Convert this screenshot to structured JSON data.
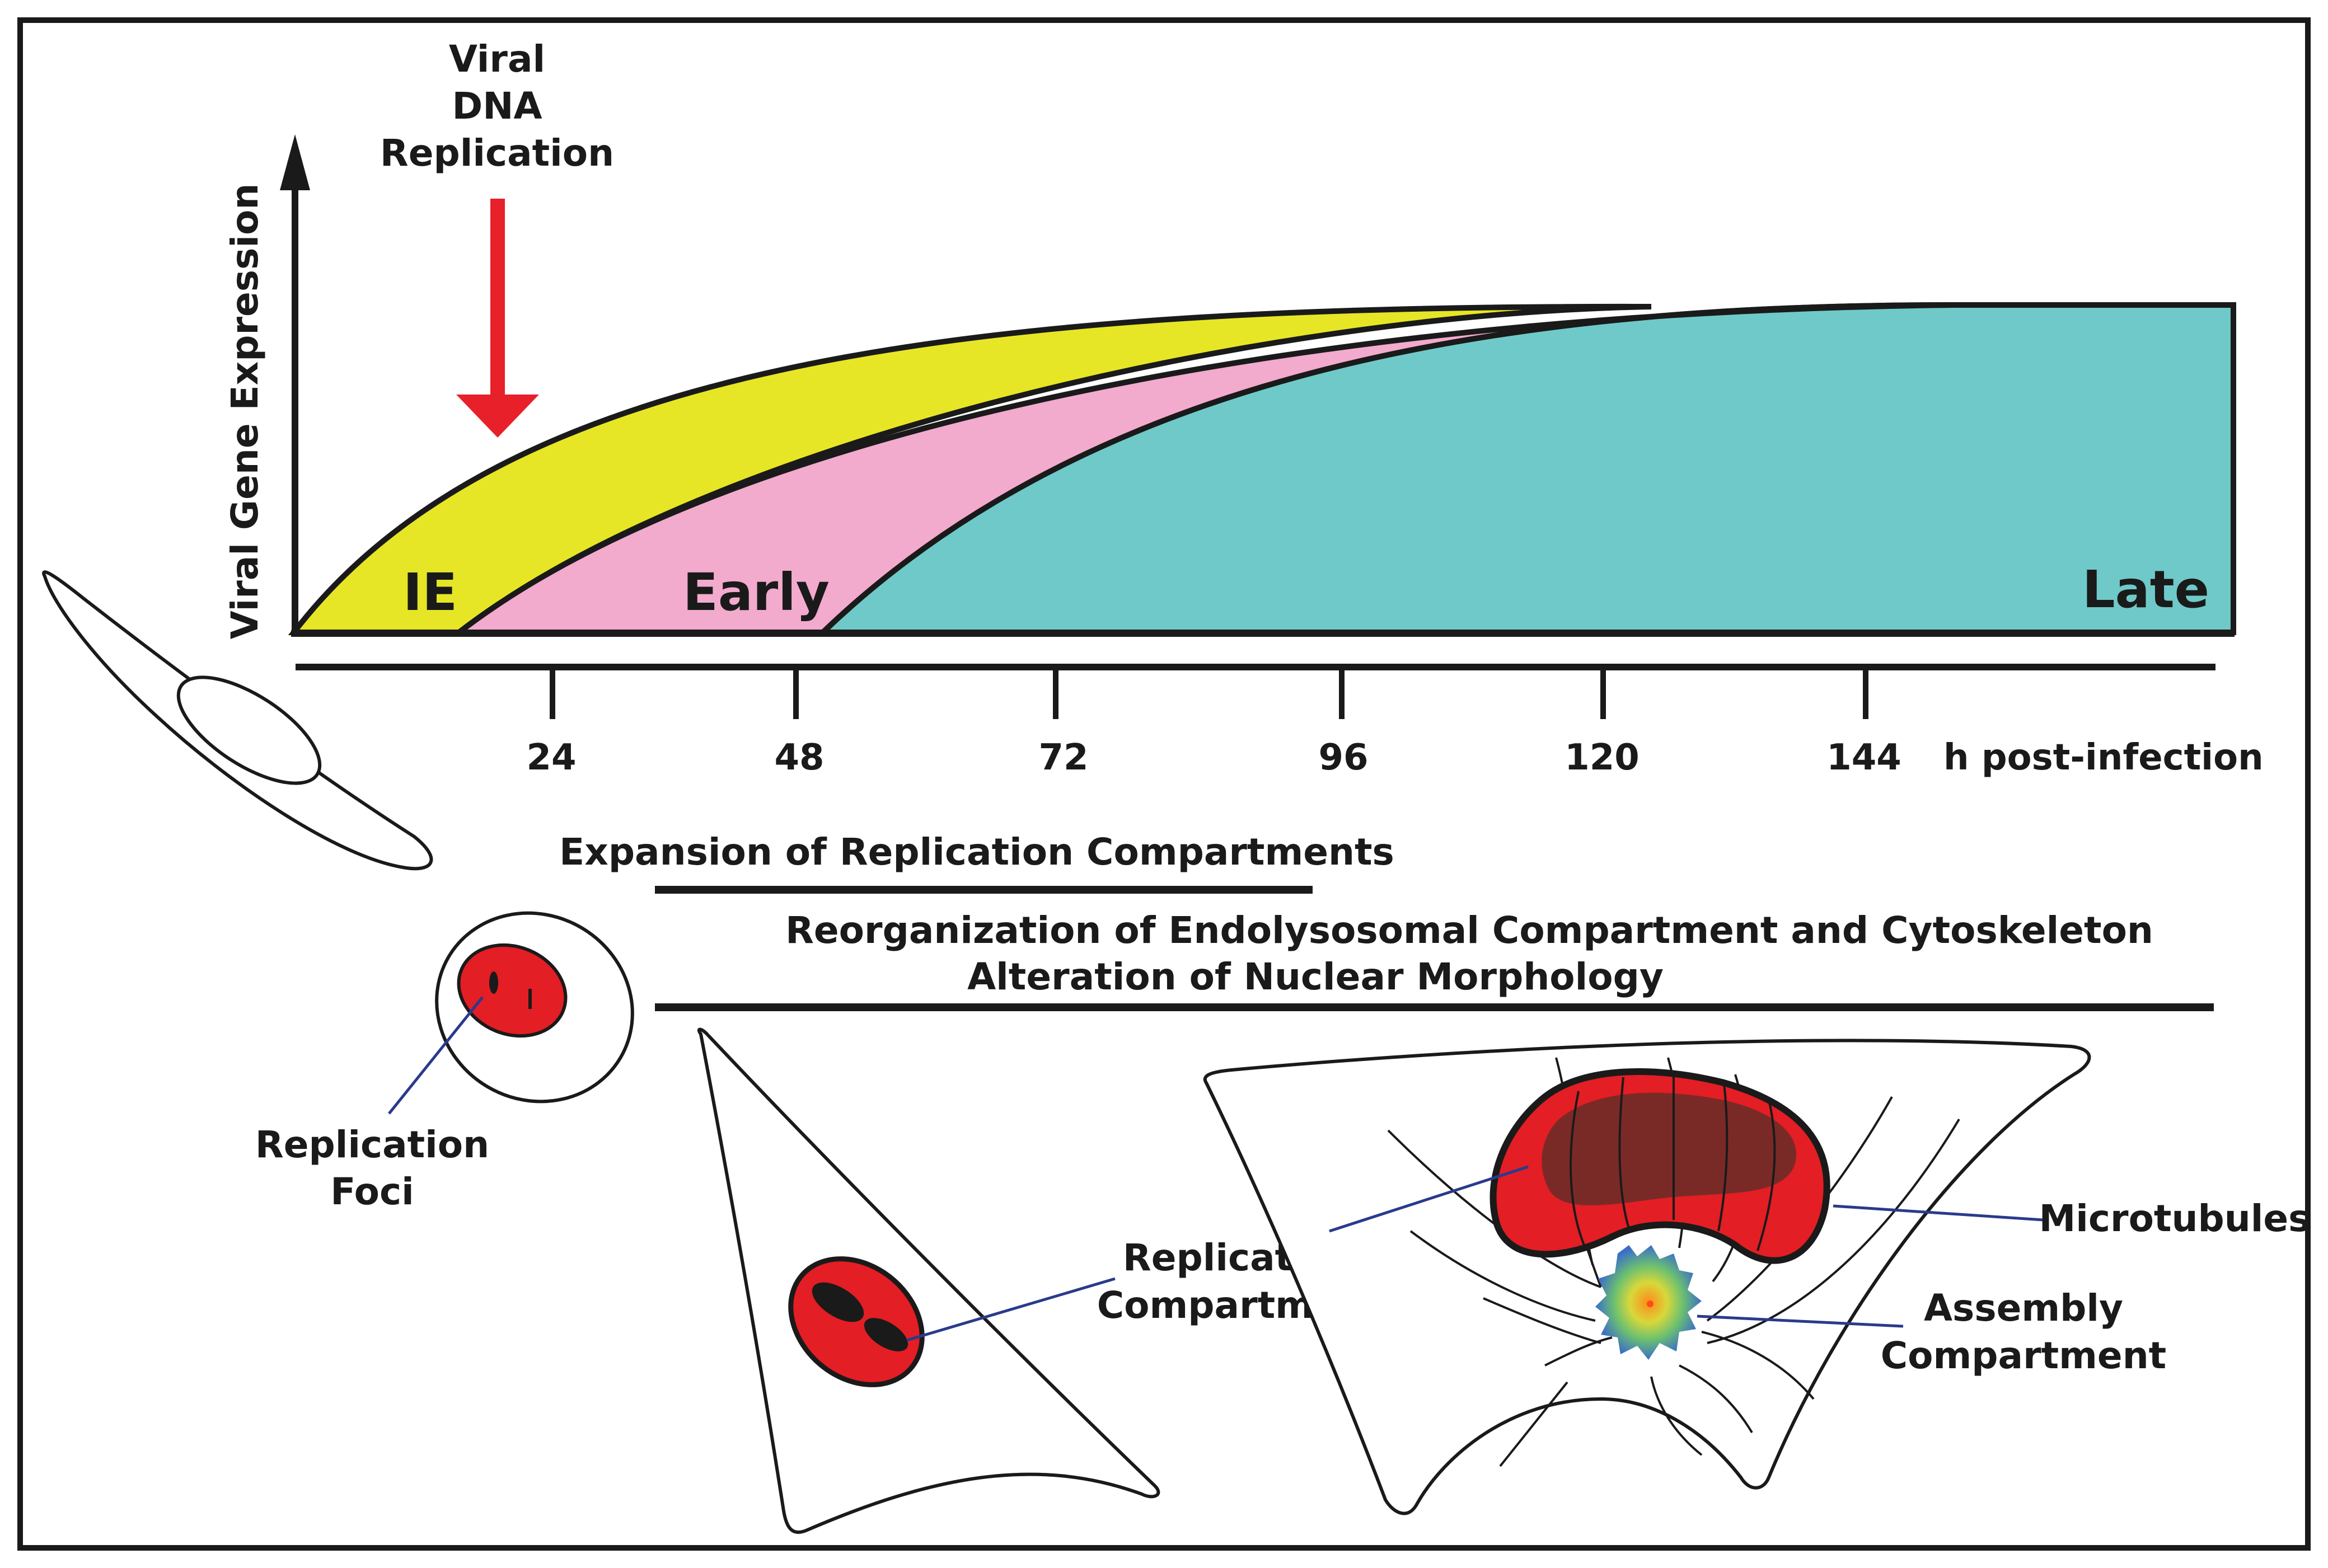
{
  "arrow_label": [
    "Viral",
    "DNA",
    "Replication"
  ],
  "y_axis_label": "Viral Gene Expression",
  "stages": {
    "ie": "IE",
    "early": "Early",
    "late": "Late"
  },
  "x_axis": {
    "ticks": [
      "24",
      "48",
      "72",
      "96",
      "120",
      "144"
    ],
    "unit": "h post-infection"
  },
  "phases": {
    "expansion": "Expansion of Replication Compartments",
    "reorg_line1": "Reorganization of Endolysosomal Compartment and Cytoskeleton",
    "reorg_line2": "Alteration of Nuclear Morphology"
  },
  "labels": {
    "foci": [
      "Replication",
      "Foci"
    ],
    "rc": [
      "Replication",
      "Compartment"
    ],
    "microtubules": "Microtubules",
    "ac": [
      "Assembly",
      "Compartment"
    ]
  },
  "colors": {
    "ie": "#e6e626",
    "early": "#f2aacd",
    "late": "#6fc9c9",
    "arrow": "#e8202a",
    "nucleus": "#e31e24",
    "dark_nucleus": "#7a2a26",
    "leader": "#2a3a8c"
  }
}
